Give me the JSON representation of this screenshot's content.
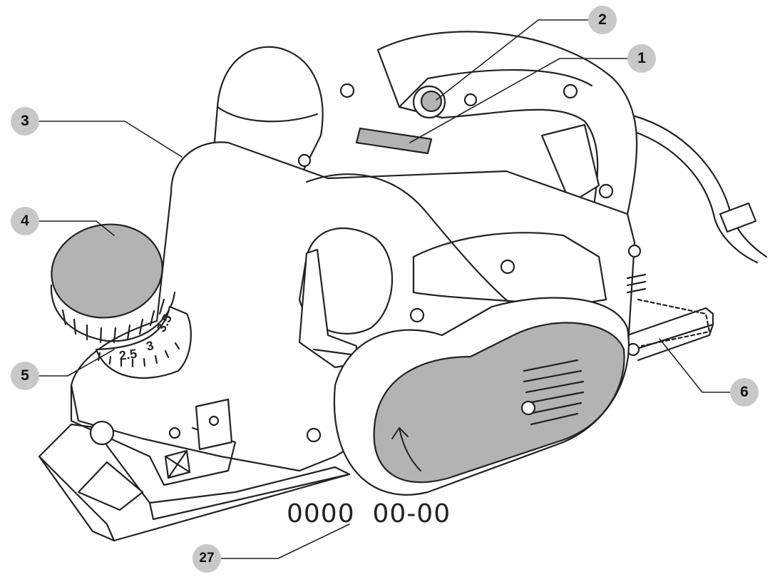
{
  "callouts": {
    "c1": "1",
    "c2": "2",
    "c3": "3",
    "c4": "4",
    "c5": "5",
    "c6": "6",
    "c27": "27"
  },
  "serial_number": "0000  00-00",
  "dial_marks": [
    "2.5",
    "3",
    "3.5"
  ],
  "colors": {
    "outline": "#222222",
    "shade": "#b3b3b3",
    "callout_fill": "#c8c8c8"
  }
}
